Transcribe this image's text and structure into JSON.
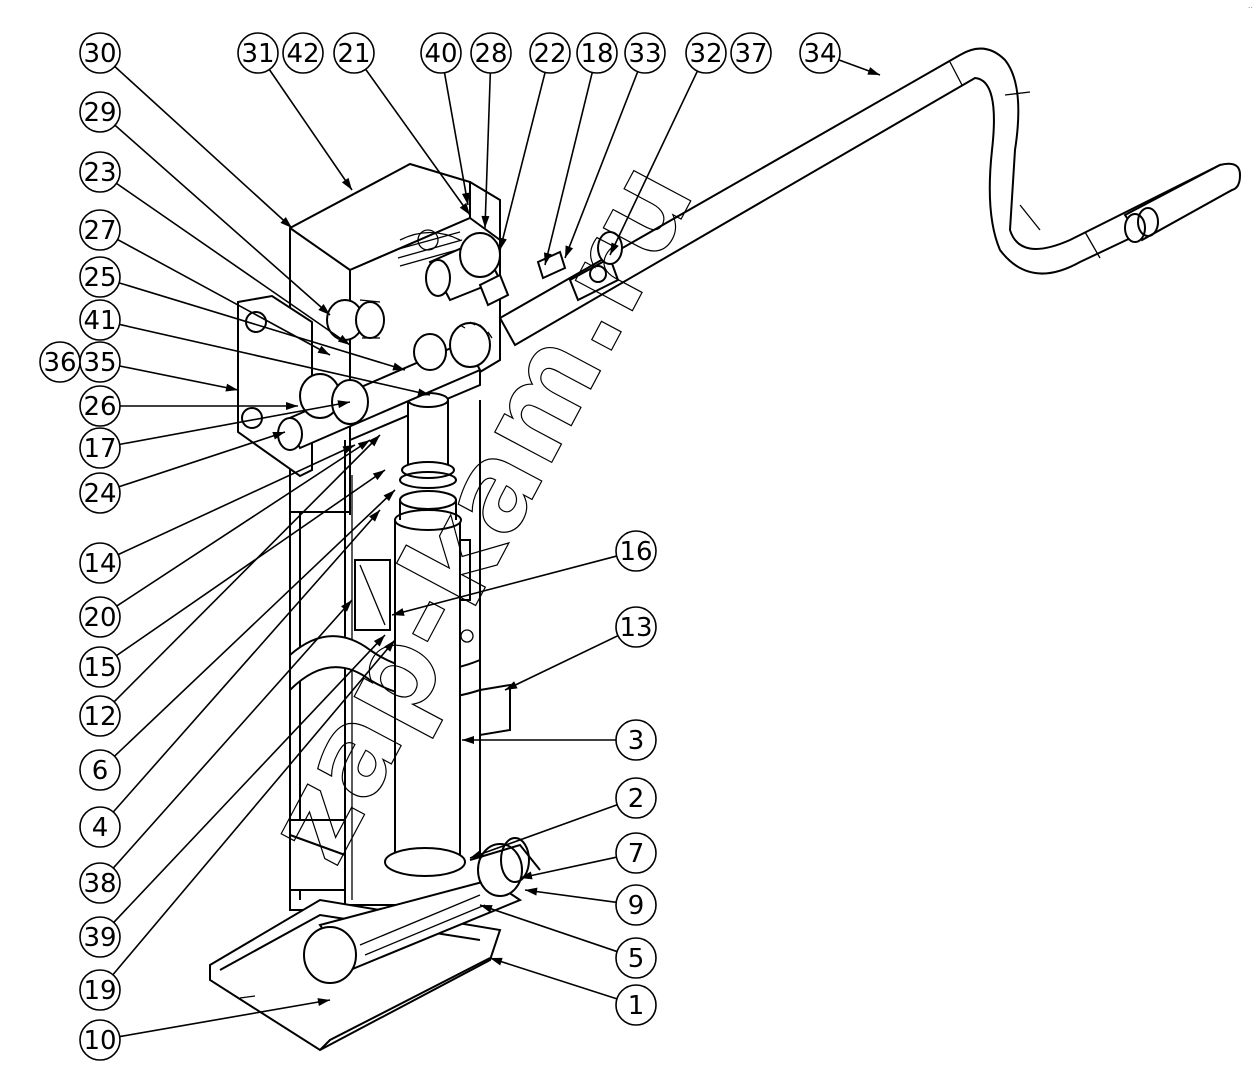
{
  "diagram": {
    "watermark": "zap-kam.ru",
    "corner_mark": "..",
    "callouts": [
      {
        "id": "c30",
        "label": "30"
      },
      {
        "id": "c31",
        "label": "31"
      },
      {
        "id": "c42",
        "label": "42"
      },
      {
        "id": "c21",
        "label": "21"
      },
      {
        "id": "c40",
        "label": "40"
      },
      {
        "id": "c28",
        "label": "28"
      },
      {
        "id": "c22",
        "label": "22"
      },
      {
        "id": "c18",
        "label": "18"
      },
      {
        "id": "c33",
        "label": "33"
      },
      {
        "id": "c32",
        "label": "32"
      },
      {
        "id": "c37",
        "label": "37"
      },
      {
        "id": "c34",
        "label": "34"
      },
      {
        "id": "c29",
        "label": "29"
      },
      {
        "id": "c23",
        "label": "23"
      },
      {
        "id": "c27",
        "label": "27"
      },
      {
        "id": "c25",
        "label": "25"
      },
      {
        "id": "c41",
        "label": "41"
      },
      {
        "id": "c36",
        "label": "36"
      },
      {
        "id": "c35",
        "label": "35"
      },
      {
        "id": "c26",
        "label": "26"
      },
      {
        "id": "c17",
        "label": "17"
      },
      {
        "id": "c24",
        "label": "24"
      },
      {
        "id": "c14",
        "label": "14"
      },
      {
        "id": "c20",
        "label": "20"
      },
      {
        "id": "c15",
        "label": "15"
      },
      {
        "id": "c12",
        "label": "12"
      },
      {
        "id": "c6",
        "label": "6"
      },
      {
        "id": "c4",
        "label": "4"
      },
      {
        "id": "c38",
        "label": "38"
      },
      {
        "id": "c39",
        "label": "39"
      },
      {
        "id": "c19",
        "label": "19"
      },
      {
        "id": "c10",
        "label": "10"
      },
      {
        "id": "c16",
        "label": "16"
      },
      {
        "id": "c13",
        "label": "13"
      },
      {
        "id": "c3",
        "label": "3"
      },
      {
        "id": "c2",
        "label": "2"
      },
      {
        "id": "c7",
        "label": "7"
      },
      {
        "id": "c9",
        "label": "9"
      },
      {
        "id": "c5",
        "label": "5"
      },
      {
        "id": "c1",
        "label": "1"
      }
    ]
  }
}
